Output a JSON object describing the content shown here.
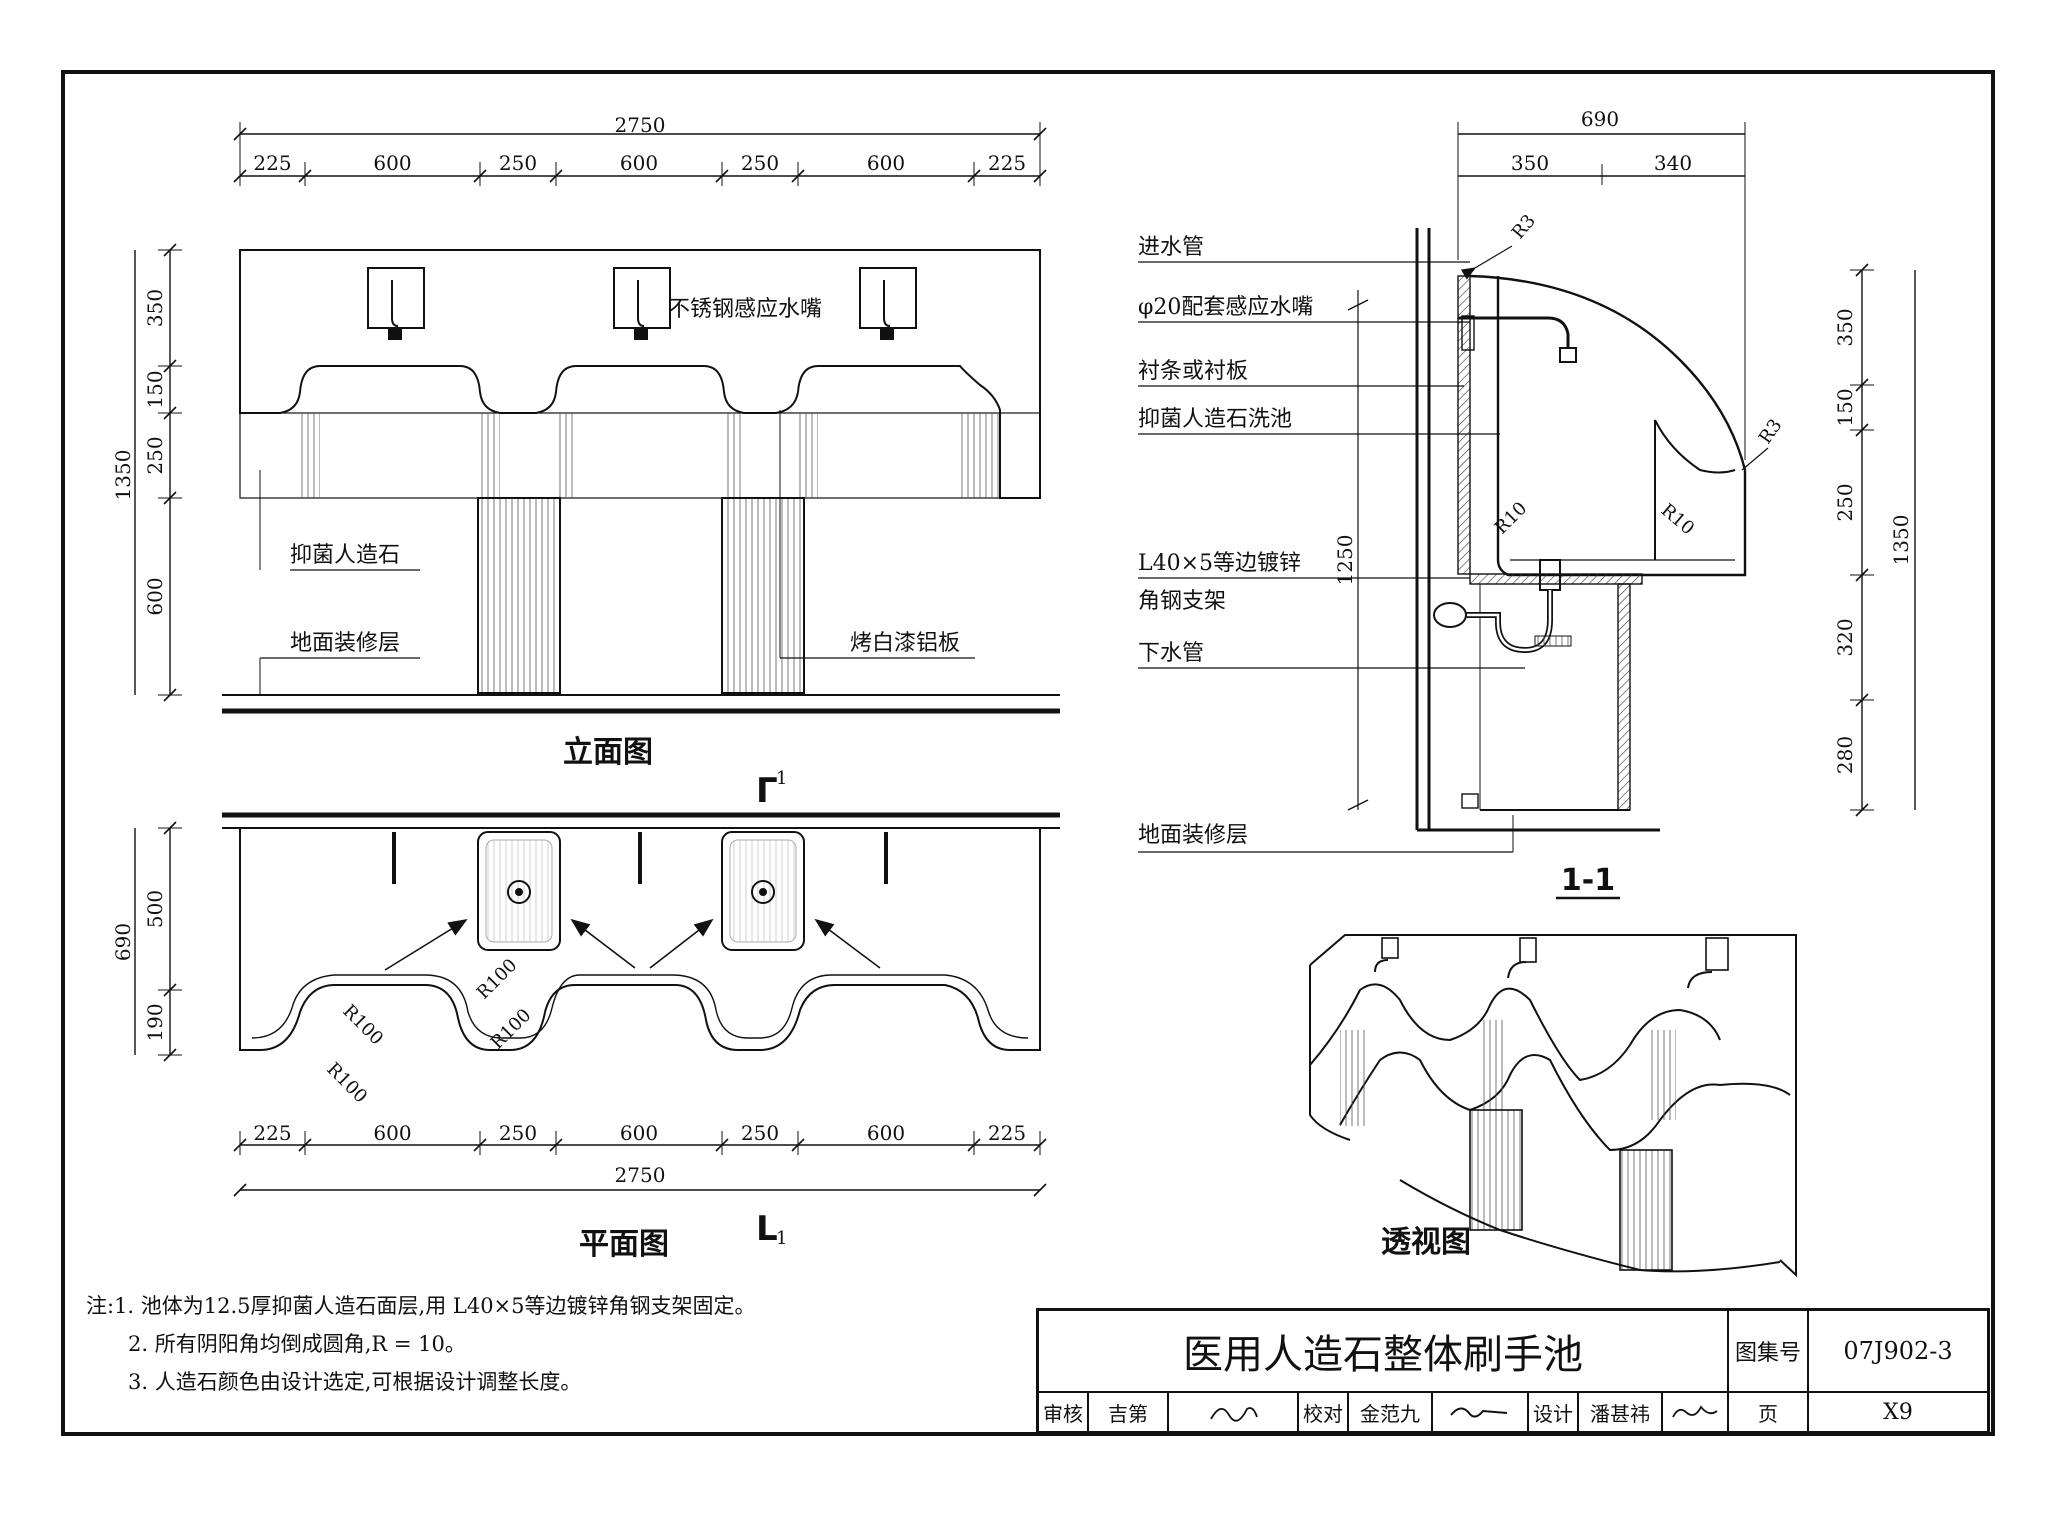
{
  "elevation": {
    "title": "立面图",
    "dims_top": [
      "225",
      "600",
      "250",
      "600",
      "250",
      "600",
      "225"
    ],
    "dim_total": "2750",
    "dims_left": [
      "350",
      "150",
      "250",
      "600"
    ],
    "dim_left_total": "1350",
    "labels": {
      "faucet": "不锈钢感应水嘴",
      "material": "抑菌人造石",
      "floor": "地面装修层",
      "panel": "烤白漆铝板"
    }
  },
  "plan": {
    "title": "平面图",
    "dims_bottom": [
      "225",
      "600",
      "250",
      "600",
      "250",
      "600",
      "225"
    ],
    "dim_total": "2750",
    "dims_left": [
      "500",
      "190"
    ],
    "dim_left_total": "690",
    "radius_labels": [
      "R100",
      "R100",
      "R100",
      "R100"
    ],
    "section_mark": "1"
  },
  "section": {
    "title": "1-1",
    "dims_top": [
      "350",
      "340"
    ],
    "dim_top_total": "690",
    "dims_right": [
      "350",
      "150",
      "250",
      "320",
      "280"
    ],
    "dim_right_total": "1350",
    "dim_left": "1250",
    "radius_labels": [
      "R3",
      "R3",
      "R10",
      "R10"
    ],
    "labels": {
      "inlet": "进水管",
      "faucet": "φ20配套感应水嘴",
      "liner": "衬条或衬板",
      "basin": "抑菌人造石洗池",
      "bracket_line1": "L40×5等边镀锌",
      "bracket_line2": "角钢支架",
      "drain": "下水管",
      "floor": "地面装修层"
    }
  },
  "perspective": {
    "title": "透视图"
  },
  "notes": [
    "注:1. 池体为12.5厚抑菌人造石面层,用 L40×5等边镀锌角钢支架固定。",
    "2. 所有阴阳角均倒成圆角,R = 10。",
    "3. 人造石颜色由设计选定,可根据设计调整长度。"
  ],
  "title_block": {
    "drawing_title": "医用人造石整体刷手池",
    "atlas_label": "图集号",
    "atlas_no": "07J902-3",
    "page_label": "页",
    "page_no": "X9",
    "review_label": "审核",
    "reviewer": "吉第",
    "check_label": "校对",
    "checker": "金范九",
    "design_label": "设计",
    "designer": "潘甚祎"
  }
}
